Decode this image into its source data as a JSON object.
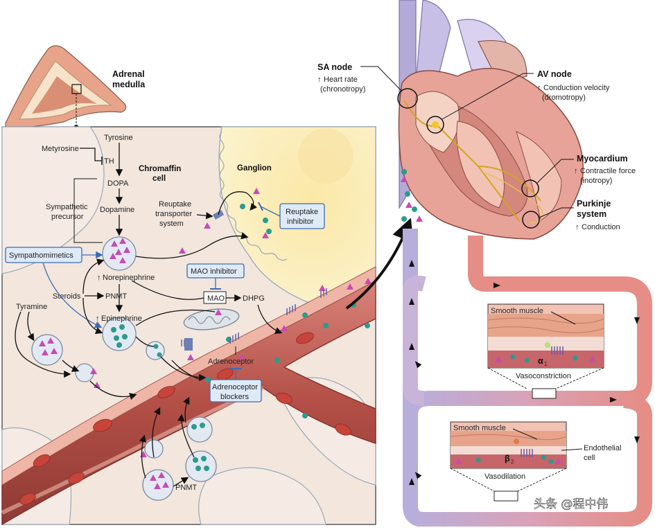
{
  "labels": {
    "adrenal_medulla_1": "Adrenal",
    "adrenal_medulla_2": "medulla",
    "tyrosine": "Tyrosine",
    "metyrosine": "Metyrosine",
    "th": "TH",
    "dopa": "DOPA",
    "dopamine": "Dopamine",
    "sympathetic_precursor_1": "Sympathetic",
    "sympathetic_precursor_2": "precursor",
    "chromaffin_cell_1": "Chromaffin",
    "chromaffin_cell_2": "cell",
    "ganglion": "Ganglion",
    "reuptake_transporter_1": "Reuptake",
    "reuptake_transporter_2": "transporter",
    "reuptake_transporter_3": "system",
    "reuptake_inhibitor_1": "Reuptake",
    "reuptake_inhibitor_2": "inhibitor",
    "sympathomimetics": "Sympathomimetics",
    "norepinephrine": "Norepinephrine",
    "mao_inhibitor": "MAO inhibitor",
    "mao": "MAO",
    "steroids": "Steroids",
    "pnmt": "PNMT",
    "dhpg": "DHPG",
    "tyramine": "Tyramine",
    "epinephrine": "Epinephrine",
    "adrenoceptor": "Adrenoceptor",
    "adrenoceptor_blockers_1": "Adrenoceptor",
    "adrenoceptor_blockers_2": "blockers",
    "pnmt_bottom": "PNMT",
    "sa_node": "SA node",
    "sa_heart_rate": "Heart rate",
    "sa_chronotropy": "(chronotropy)",
    "av_node": "AV node",
    "av_conduction": "Conduction velocity",
    "av_dromotropy": "(dromotropy)",
    "myocardium": "Myocardium",
    "myo_contractile": "Contractile force",
    "myo_inotropy": "(inotropy)",
    "purkinje_1": "Purkinje",
    "purkinje_2": "system",
    "purkinje_conduction": "Conduction",
    "smooth_muscle_top": "Smooth muscle",
    "alpha1": "α",
    "alpha1_sub": "1",
    "vasoconstriction": "Vasoconstriction",
    "smooth_muscle_bottom": "Smooth muscle",
    "beta2": "β",
    "beta2_sub": "2",
    "endothelial_1": "Endothelial",
    "endothelial_2": "cell",
    "vasodilation": "Vasodilation",
    "up_arrow": "↑",
    "watermark": "头条 @程中伟"
  },
  "colors": {
    "magenta_triangle": "#c84ab4",
    "teal_hexagon": "#2b9c8c",
    "blood_vessel": "#b8554c",
    "ganglion_fill": "#fbefb6",
    "cell_fill": "#f4e6dd",
    "drug_box_fill": "#dfeaf7",
    "drug_box_border": "#3b6cb4",
    "vein_purple": "#b7aedb",
    "artery_red": "#e58d86"
  }
}
